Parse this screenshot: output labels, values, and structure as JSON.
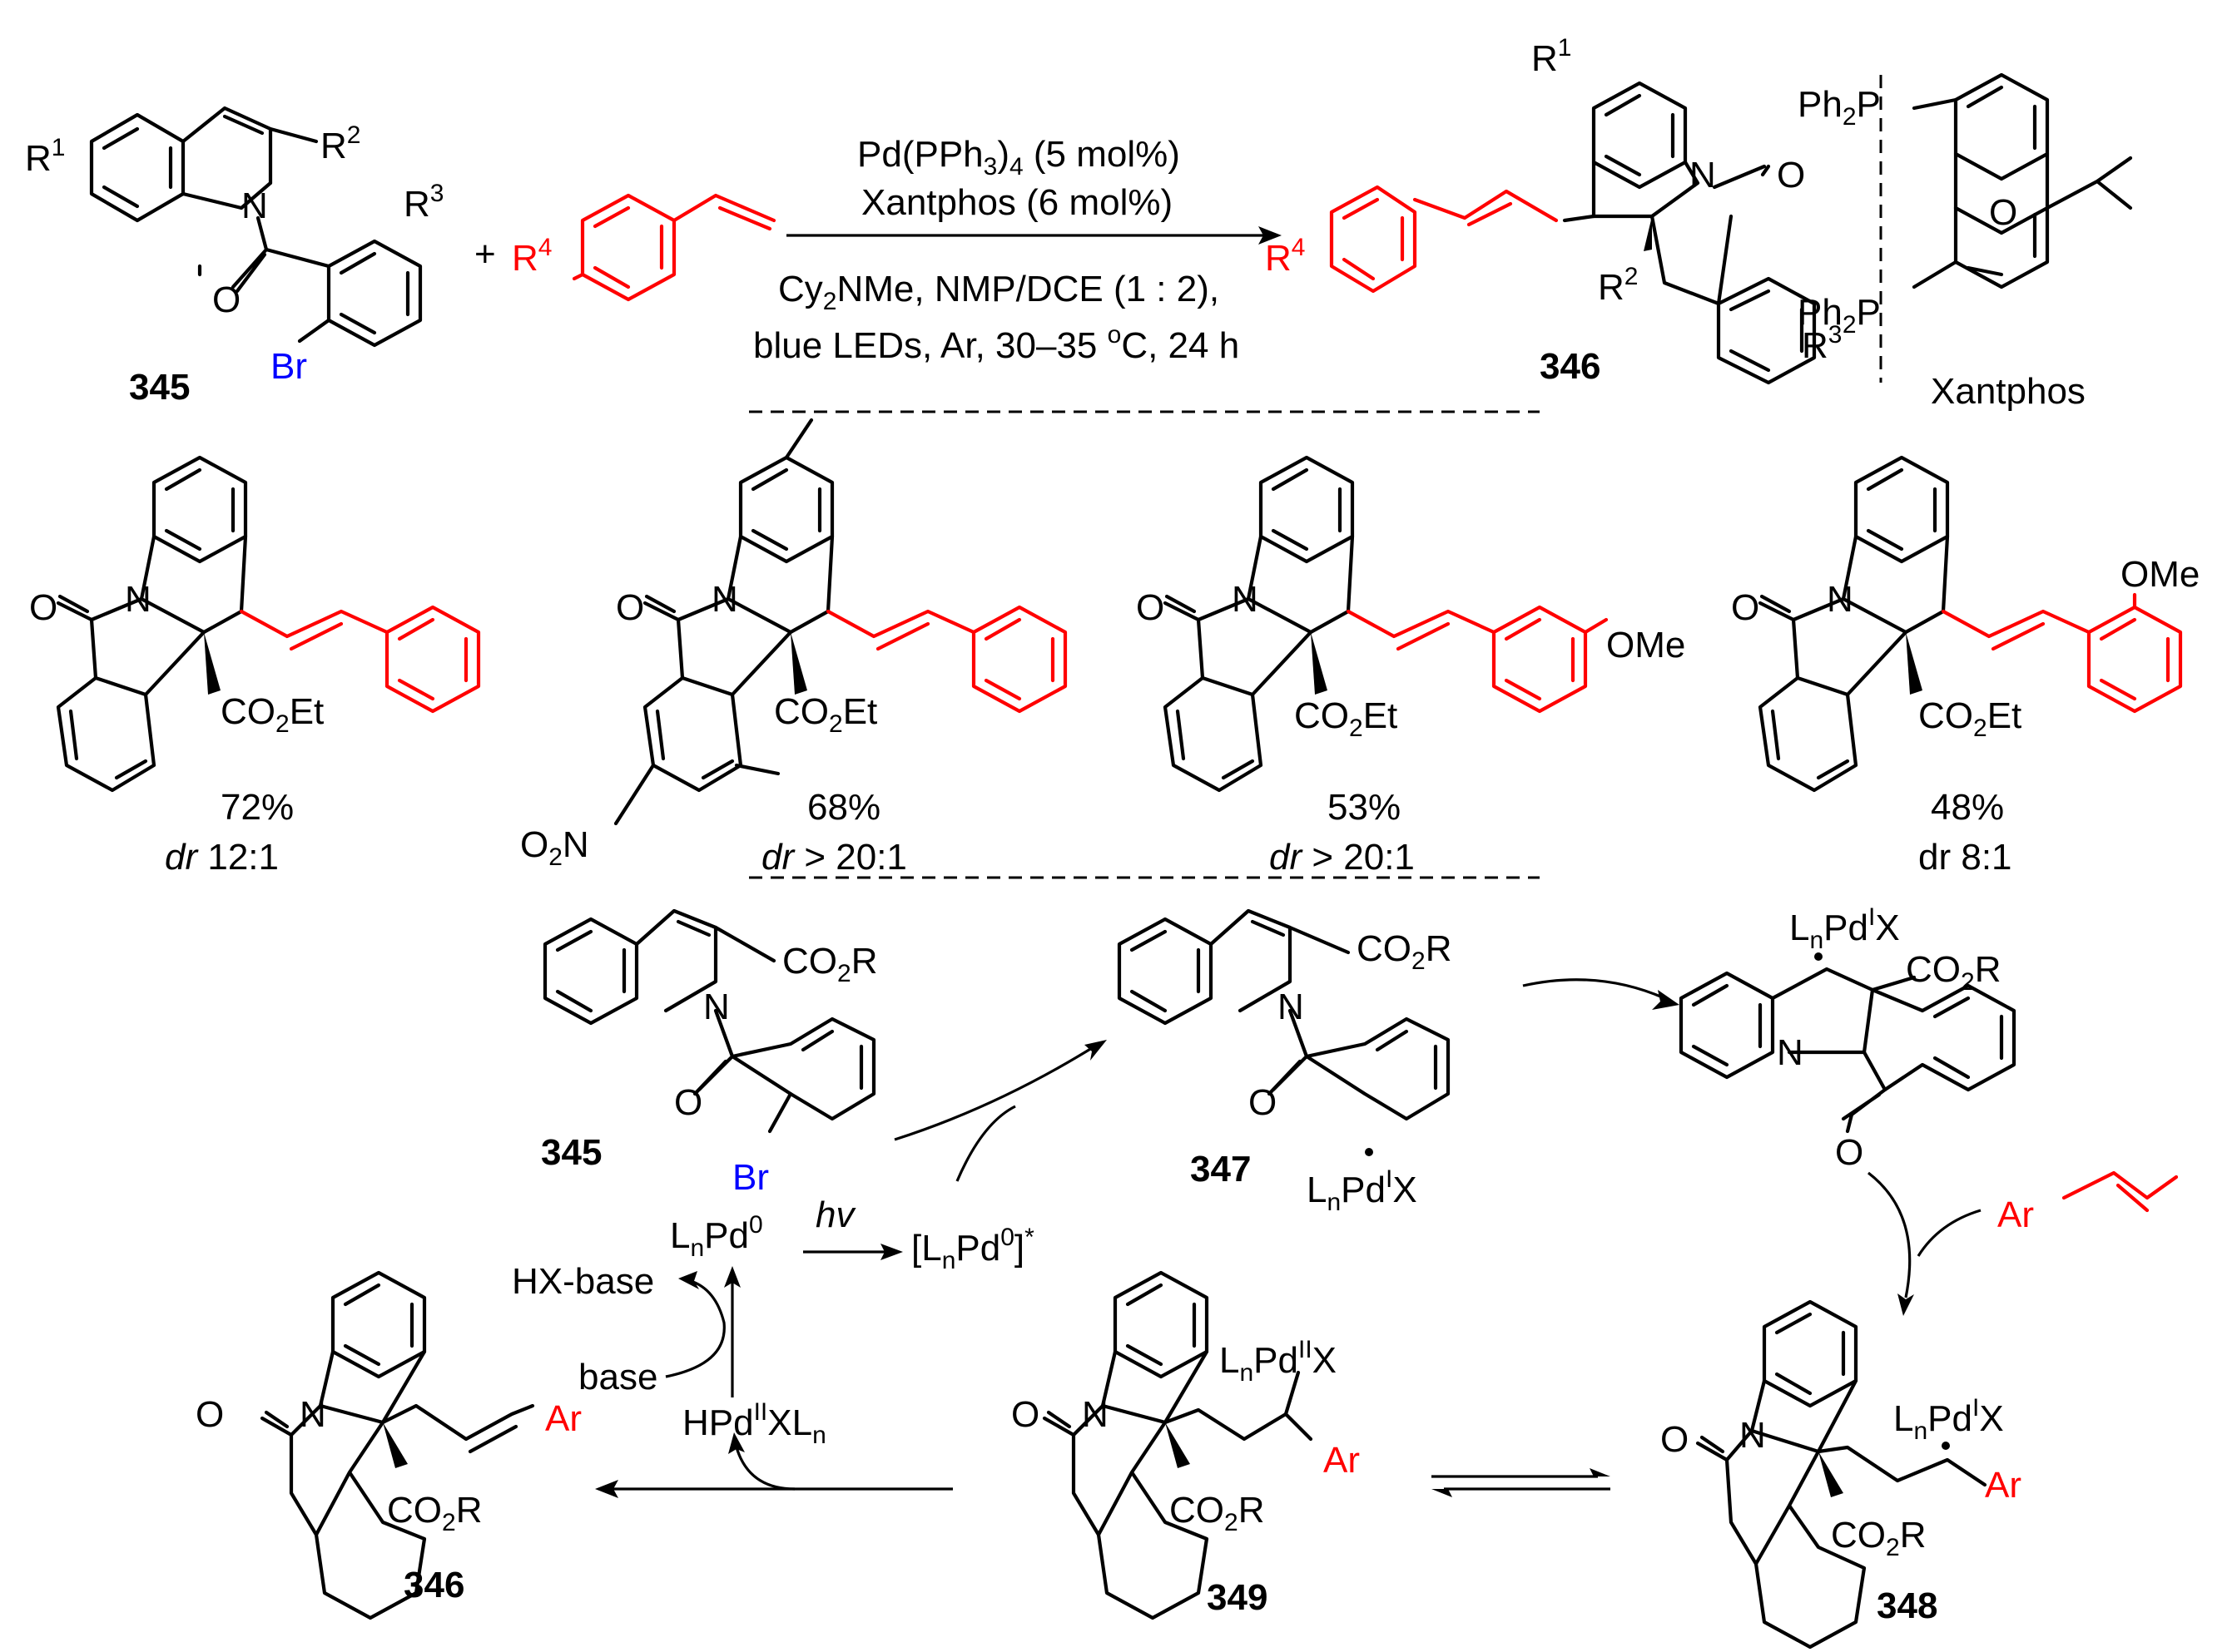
{
  "top": {
    "reactant_indole_label": "345",
    "product_label": "346",
    "plus": "+",
    "substituents": {
      "R1": "R",
      "R1_sup": "1",
      "R2": "R",
      "R2_sup": "2",
      "R3": "R",
      "R3_sup": "3",
      "R4": "R",
      "R4_sup": "4",
      "Br": "Br",
      "N": "N",
      "O": "O"
    },
    "conditions_above_1": "Pd(PPh",
    "conditions_above_1_sub": "3",
    "conditions_above_1_sub2": "4",
    "conditions_above_1_tail": " (5 mol%)",
    "conditions_above_2": "Xantphos (6 mol%)",
    "conditions_below_1": "Cy",
    "conditions_below_1_sub": "2",
    "conditions_below_1_tail": "NMe, NMP/DCE (1 : 2),",
    "conditions_below_2": "blue LEDs, Ar, 30–35 ",
    "conditions_below_2_sup": "o",
    "conditions_below_2_tail": "C, 24 h",
    "ligand_name": "Xantphos",
    "ligand_P1": "Ph",
    "ligand_P1_sub": "2",
    "ligand_P1_tail": "P",
    "ligand_P2": "Ph",
    "ligand_P2_sub": "2",
    "ligand_P2_tail": "P",
    "ligand_O": "O"
  },
  "examples": [
    {
      "yield": "72%",
      "dr_label": "dr",
      "dr_value": " 12:1",
      "ester": "CO",
      "ester_sub": "2",
      "ester_tail": "Et"
    },
    {
      "yield": "68%",
      "dr_label": "dr",
      "dr_value": " > 20:1",
      "ester": "CO",
      "ester_sub": "2",
      "ester_tail": "Et",
      "nitro": "O",
      "nitro_sub": "2",
      "nitro_tail": "N"
    },
    {
      "yield": "53%",
      "dr_label": "dr",
      "dr_value": " > 20:1",
      "ester": "CO",
      "ester_sub": "2",
      "ester_tail": "Et",
      "ome": "OMe"
    },
    {
      "yield": "48%",
      "dr_label": "dr",
      "dr_value": " 8:1",
      "ester": "CO",
      "ester_sub": "2",
      "ester_tail": "Et",
      "ome": "OMe"
    }
  ],
  "mechanism": {
    "c345": "345",
    "c347": "347",
    "c348": "348",
    "c349": "349",
    "c346": "346",
    "co2r": "CO",
    "co2r_sub": "2",
    "co2r_tail": "R",
    "Br": "Br",
    "Ar": "Ar",
    "pd0": "L",
    "pd0_sub": "n",
    "pd0_mid": "Pd",
    "pd0_sup": "0",
    "hv": "hv",
    "excited_open": "[L",
    "excited_sub": "n",
    "excited_mid": "Pd",
    "excited_sup": "0",
    "excited_close": "]",
    "excited_star": "*",
    "pdI_L": "L",
    "pdI_sub": "n",
    "pdI_Pd": "Pd",
    "pdI_sup": "I",
    "pdI_X": "X",
    "pdII_sup": "II",
    "hpd_H": "HPd",
    "hpd_sup": "II",
    "hpd_XL": "XL",
    "hpd_sub": "n",
    "hx_base": "HX-base",
    "base": "base",
    "N": "N",
    "O": "O"
  }
}
